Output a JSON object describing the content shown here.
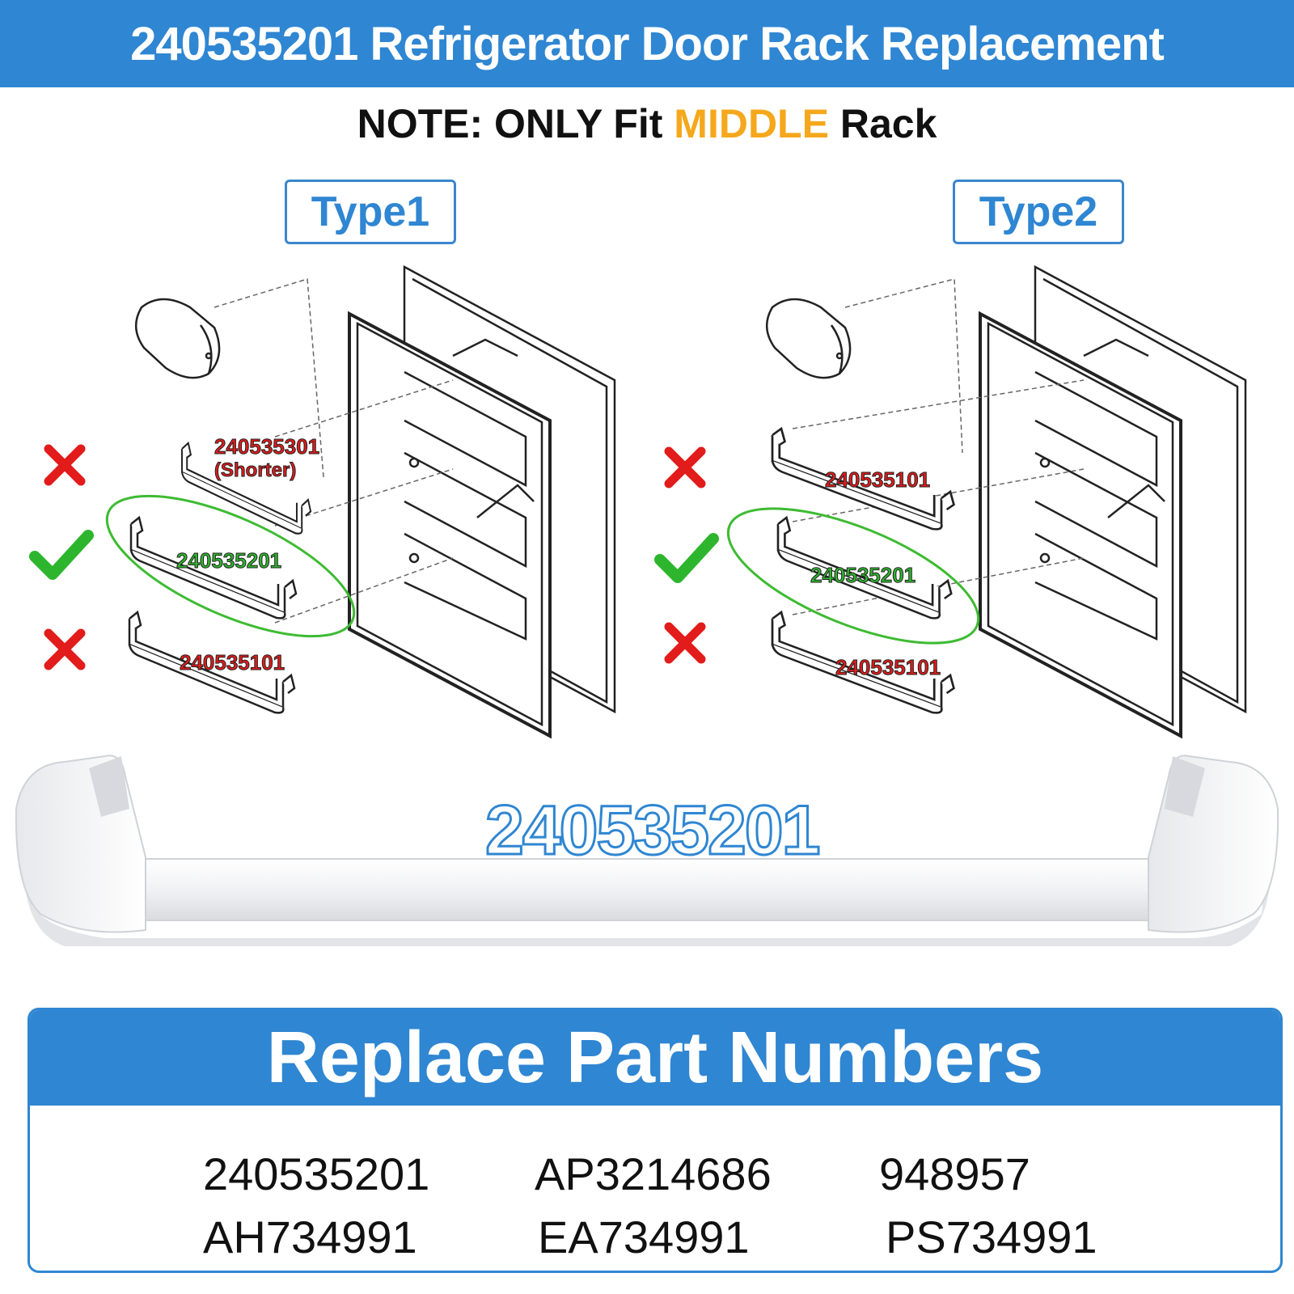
{
  "header": {
    "title": "240535201 Refrigerator Door Rack Replacement"
  },
  "note": {
    "prefix": "NOTE: ONLY Fit ",
    "highlight": "MIDDLE",
    "suffix": " Rack"
  },
  "types": [
    {
      "label": "Type1",
      "racks": [
        {
          "part": "240535301",
          "sub": "(Shorter)",
          "fit": false
        },
        {
          "part": "240535201",
          "fit": true
        },
        {
          "part": "240535101",
          "fit": false
        }
      ]
    },
    {
      "label": "Type2",
      "racks": [
        {
          "part": "240535101",
          "fit": false
        },
        {
          "part": "240535201",
          "fit": true
        },
        {
          "part": "240535101",
          "fit": false
        }
      ]
    }
  ],
  "product": {
    "part_number": "240535201"
  },
  "replace": {
    "title": "Replace Part Numbers",
    "numbers": [
      "240535201",
      "AP3214686",
      "948957",
      "AH734991",
      "EA734991",
      "PS734991"
    ]
  },
  "colors": {
    "brand_blue": "#2f86d2",
    "highlight": "#f5a81c",
    "fit": "#2eb52e",
    "no_fit": "#e21b1b"
  }
}
